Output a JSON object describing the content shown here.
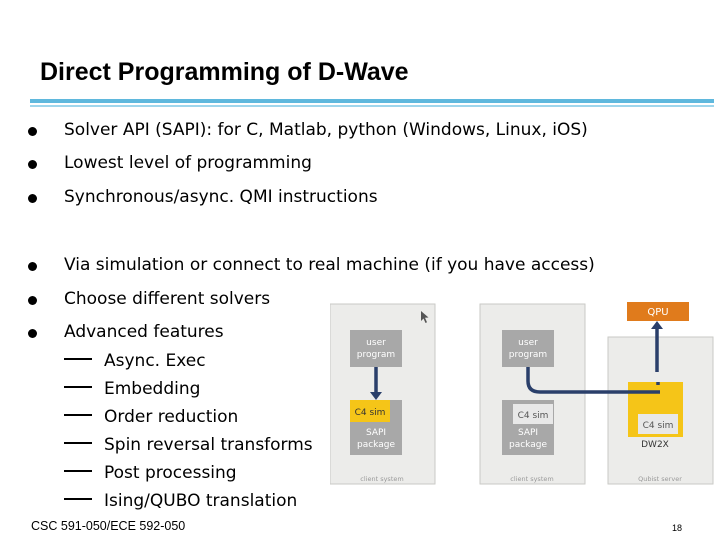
{
  "title": "Direct Programming of D-Wave",
  "bullets": [
    "Solver API (SAPI): for C, Matlab, python (Windows, Linux, iOS)",
    "Lowest level of programming",
    "Synchronous/async. QMI instructions",
    "Via simulation or connect to real machine (if you have access)",
    "Choose different solvers",
    "Advanced features"
  ],
  "sub_bullets": [
    "Async. Exec",
    "Embedding",
    "Order reduction",
    "Spin reversal transforms",
    "Post processing",
    "Ising/QUBO translation"
  ],
  "diagram": {
    "qpu_label": "QPU",
    "panels": [
      {
        "program_label": [
          "user",
          "program"
        ],
        "sim_label": "C4 sim",
        "package_label": [
          "SAPI",
          "package"
        ],
        "caption": "client system"
      },
      {
        "program_label": [
          "user",
          "program"
        ],
        "sim_label": "C4 sim",
        "package_label": [
          "SAPI",
          "package"
        ],
        "caption": "client system"
      },
      {
        "sim_label": "C4 sim",
        "package_label": [
          "DW2X"
        ],
        "caption": "Qubist server"
      }
    ]
  },
  "footer": {
    "course": "CSC 591-050/ECE 592-050",
    "page": "18"
  },
  "colors": {
    "title_rule": "#5fb8dd",
    "panel_bg": "#ececea",
    "box_gray": "#a8a8a8",
    "box_yellow": "#f5c518",
    "box_orange": "#e07b1c",
    "arrow": "#2a3f6a"
  }
}
